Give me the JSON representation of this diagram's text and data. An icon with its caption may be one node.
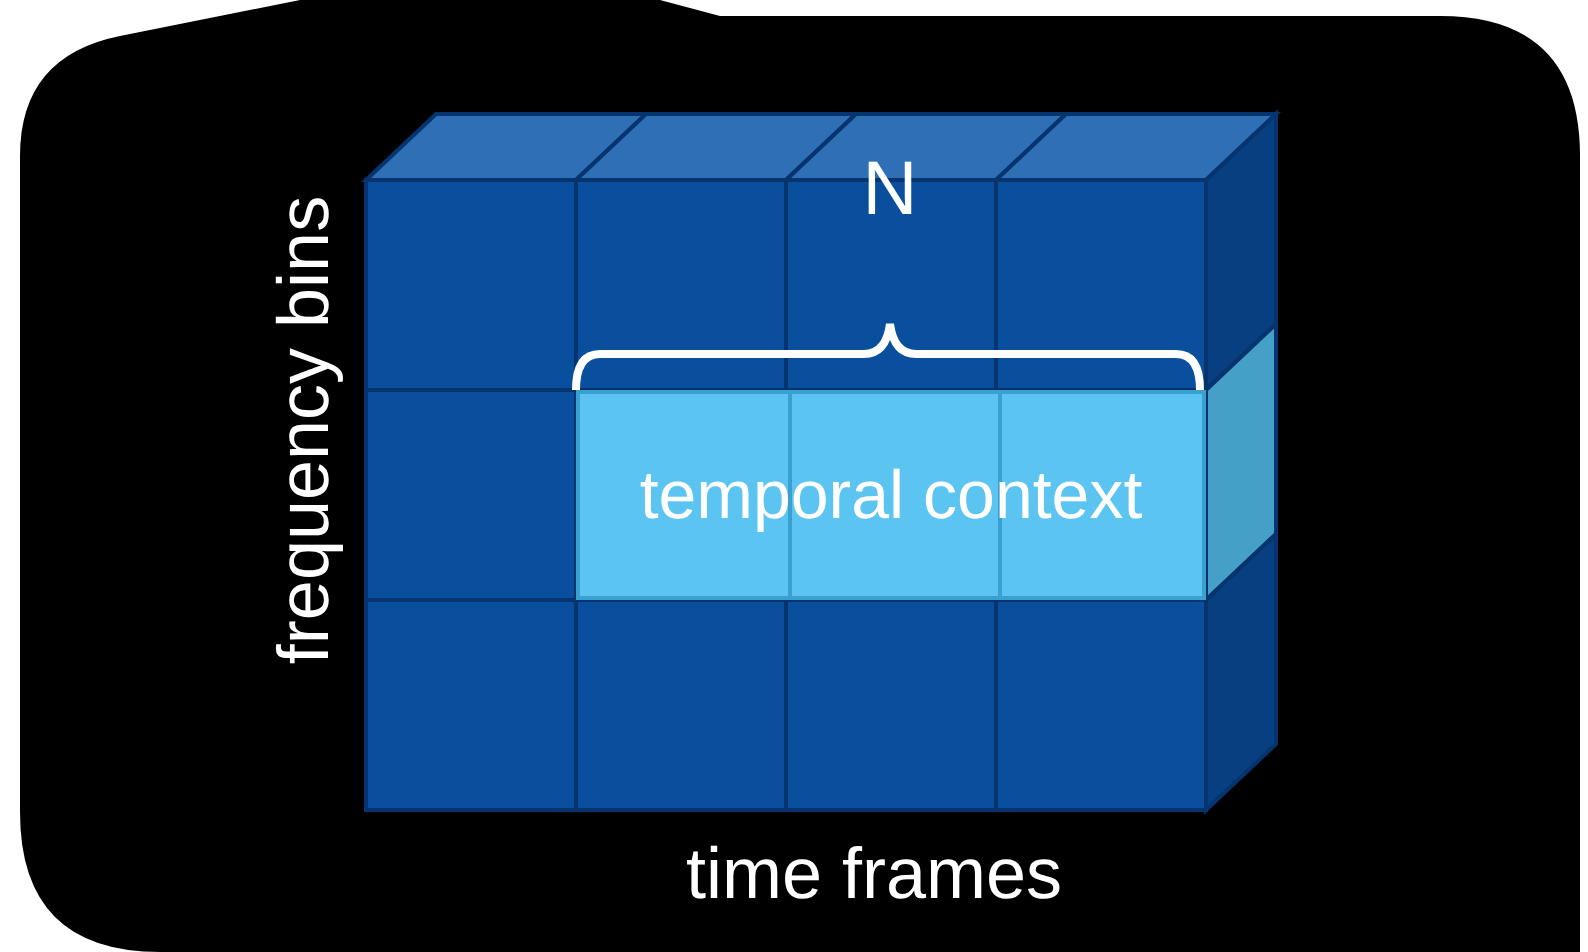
{
  "diagram": {
    "nodes": [
      {
        "text": [
          "temporal context"
        ]
      }
    ],
    "labels": [
      "N",
      "frequency bins",
      "time frames"
    ]
  }
}
